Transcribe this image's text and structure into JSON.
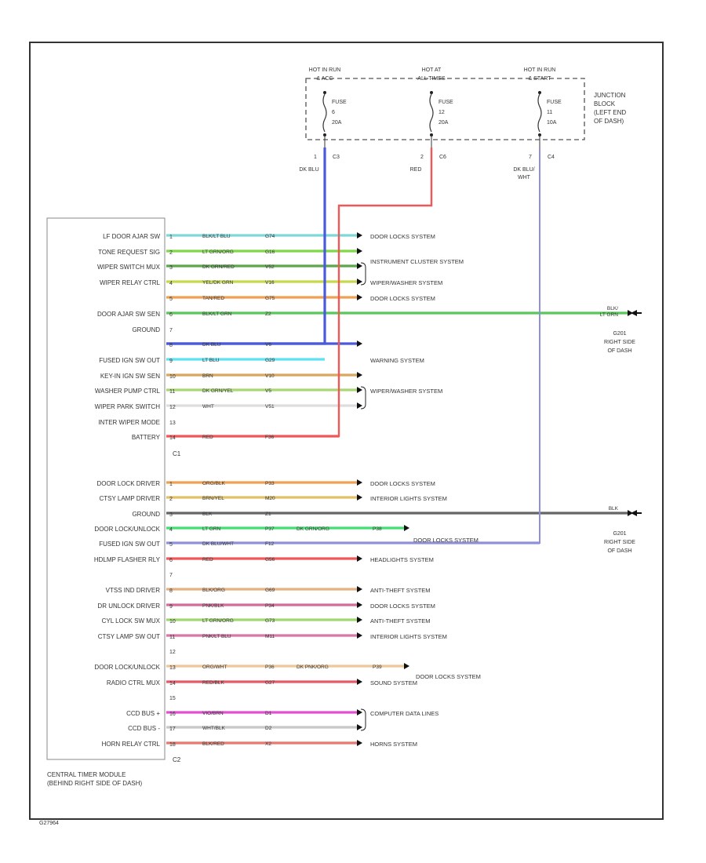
{
  "fuse_box": {
    "fuses": [
      {
        "hot_line1": "HOT IN RUN",
        "hot_line2": "& ACC",
        "name": "FUSE",
        "number": "6",
        "amps": "20A",
        "pin": "1",
        "connector": "C3",
        "wire": "DK BLU",
        "wire2": ""
      },
      {
        "hot_line1": "HOT AT",
        "hot_line2": "ALL TIMES",
        "name": "FUSE",
        "number": "12",
        "amps": "20A",
        "pin": "2",
        "connector": "C6",
        "wire": "RED",
        "wire2": ""
      },
      {
        "hot_line1": "HOT IN RUN",
        "hot_line2": "& START",
        "name": "FUSE",
        "number": "11",
        "amps": "10A",
        "pin": "7",
        "connector": "C4",
        "wire": "DK BLU/",
        "wire2": "WHT"
      }
    ],
    "label": [
      "JUNCTION",
      "BLOCK",
      "(LEFT END",
      "OF DASH)"
    ]
  },
  "module": {
    "label_line1": "CENTRAL TIMER MODULE",
    "label_line2": "(BEHIND RIGHT SIDE OF DASH)"
  },
  "grounds": [
    {
      "id": "G201",
      "wire1": "BLK/",
      "wire2": "LT GRN",
      "line1": "G201",
      "line2": "RIGHT SIDE",
      "line3": "OF DASH"
    },
    {
      "id": "G201b",
      "wire1": "BLK",
      "wire2": "",
      "line1": "G201",
      "line2": "RIGHT SIDE",
      "line3": "OF DASH"
    }
  ],
  "connector_labels": [
    "C1",
    "C2"
  ],
  "pins": [
    {
      "label": "LF DOOR AJAR SW",
      "pin": "1",
      "wire": "BLK/LT BLU",
      "circuit": "G74",
      "color": "#7fd8d8",
      "dest": "DOOR LOCKS SYSTEM"
    },
    {
      "label": "TONE REQUEST SIG",
      "pin": "2",
      "wire": "LT GRN/ORG",
      "circuit": "G16",
      "color": "#7fd84a",
      "dest": "INSTRUMENT CLUSTER SYSTEM"
    },
    {
      "label": "WIPER SWITCH MUX",
      "pin": "3",
      "wire": "DK GRN/RED",
      "circuit": "V52",
      "color": "#5aa84a",
      "dest": "WIPER/WASHER SYSTEM"
    },
    {
      "label": "WIPER RELAY CTRL",
      "pin": "4",
      "wire": "YEL/DK GRN",
      "circuit": "V16",
      "color": "#c8d848",
      "dest": ""
    },
    {
      "label": "",
      "pin": "5",
      "wire": "TAN/RED",
      "circuit": "G75",
      "color": "#f0a050",
      "dest": "DOOR LOCKS SYSTEM"
    },
    {
      "label": "DOOR AJAR SW SEN",
      "pin": "6",
      "wire": "BLK/LT GRN",
      "circuit": "Z2",
      "color": "#58c858",
      "dest": ""
    },
    {
      "label": "GROUND",
      "pin": "7",
      "wire": "",
      "circuit": "",
      "color": "",
      "dest": ""
    },
    {
      "label": "",
      "pin": "8",
      "wire": "DK BLU",
      "circuit": "V6",
      "color": "#4a5ad8",
      "dest": ""
    },
    {
      "label": "FUSED IGN SW OUT",
      "pin": "9",
      "wire": "LT BLU",
      "circuit": "G29",
      "color": "#60e0f0",
      "dest": "WARNING SYSTEM"
    },
    {
      "label": "KEY-IN IGN SW SEN",
      "pin": "10",
      "wire": "BRN",
      "circuit": "V10",
      "color": "#d8a860",
      "dest": ""
    },
    {
      "label": "WASHER PUMP CTRL",
      "pin": "11",
      "wire": "DK GRN/YEL",
      "circuit": "V5",
      "color": "#a8d870",
      "dest": "WIPER/WASHER SYSTEM"
    },
    {
      "label": "WIPER PARK SWITCH",
      "pin": "12",
      "wire": "WHT",
      "circuit": "V51",
      "color": "#dddddd",
      "dest": ""
    },
    {
      "label": "INTER WIPER MODE",
      "pin": "13",
      "wire": "",
      "circuit": "",
      "color": "",
      "dest": ""
    },
    {
      "label": "BATTERY",
      "pin": "14",
      "wire": "RED",
      "circuit": "F36",
      "color": "#f05858",
      "dest": ""
    },
    {
      "label": "DOOR LOCK DRIVER",
      "pin": "1",
      "wire": "ORG/BLK",
      "circuit": "P33",
      "color": "#f0a050",
      "dest": "DOOR LOCKS SYSTEM"
    },
    {
      "label": "CTSY LAMP DRIVER",
      "pin": "2",
      "wire": "BRN/YEL",
      "circuit": "M20",
      "color": "#e0c068",
      "dest": "INTERIOR LIGHTS SYSTEM"
    },
    {
      "label": "GROUND",
      "pin": "3",
      "wire": "BLK",
      "circuit": "Z1",
      "color": "#666666",
      "dest": ""
    },
    {
      "label": "DOOR LOCK/UNLOCK",
      "pin": "4",
      "wire": "LT GRN",
      "circuit": "P37",
      "color": "#40e070",
      "dest": "DOOR LOCKS SYSTEM"
    },
    {
      "label": "FUSED IGN SW OUT",
      "pin": "5",
      "wire": "DK BLU/WHT",
      "circuit": "F12",
      "color": "#9090d8",
      "dest": ""
    },
    {
      "label": "HDLMP FLASHER RLY",
      "pin": "6",
      "wire": "RED",
      "circuit": "G56",
      "color": "#f05858",
      "dest": "HEADLIGHTS SYSTEM"
    },
    {
      "label": "",
      "pin": "7",
      "wire": "",
      "circuit": "",
      "color": "",
      "dest": ""
    },
    {
      "label": "VTSS IND DRIVER",
      "pin": "8",
      "wire": "BLK/ORG",
      "circuit": "G69",
      "color": "#e8b080",
      "dest": "ANTI-THEFT SYSTEM"
    },
    {
      "label": "DR UNLOCK DRIVER",
      "pin": "9",
      "wire": "PNK/BLK",
      "circuit": "P34",
      "color": "#d86a9a",
      "dest": "DOOR LOCKS SYSTEM"
    },
    {
      "label": "CYL LOCK SW MUX",
      "pin": "10",
      "wire": "LT GRN/ORG",
      "circuit": "G73",
      "color": "#a0d870",
      "dest": "ANTI-THEFT SYSTEM"
    },
    {
      "label": "CTSY LAMP SW OUT",
      "pin": "11",
      "wire": "PNK/LT BLU",
      "circuit": "M11",
      "color": "#d878a8",
      "dest": "INTERIOR LIGHTS SYSTEM"
    },
    {
      "label": "",
      "pin": "12",
      "wire": "",
      "circuit": "",
      "color": "",
      "dest": ""
    },
    {
      "label": "DOOR LOCK/UNLOCK",
      "pin": "13",
      "wire": "ORG/WHT",
      "circuit": "P36",
      "color": "#f0c898",
      "dest": "DOOR LOCKS SYSTEM"
    },
    {
      "label": "RADIO CTRL MUX",
      "pin": "14",
      "wire": "RED/BLK",
      "circuit": "G27",
      "color": "#e85868",
      "dest": "SOUND SYSTEM"
    },
    {
      "label": "",
      "pin": "15",
      "wire": "",
      "circuit": "",
      "color": "",
      "dest": ""
    },
    {
      "label": "CCD BUS +",
      "pin": "16",
      "wire": "VIO/BRN",
      "circuit": "D1",
      "color": "#e050d0",
      "dest": "COMPUTER DATA LINES"
    },
    {
      "label": "CCD BUS -",
      "pin": "17",
      "wire": "WHT/BLK",
      "circuit": "D2",
      "color": "#c8c8c8",
      "dest": ""
    },
    {
      "label": "HORN RELAY CTRL",
      "pin": "18",
      "wire": "BLK/RED",
      "circuit": "X2",
      "color": "#e87870",
      "dest": "HORNS SYSTEM"
    }
  ],
  "splices": [
    {
      "pin_index": 17,
      "wire": "DK GRN/ORG",
      "circuit": "P38"
    },
    {
      "pin_index": 26,
      "wire": "DK PNK/ORG",
      "circuit": "P39"
    }
  ],
  "footer_code": "G27964"
}
